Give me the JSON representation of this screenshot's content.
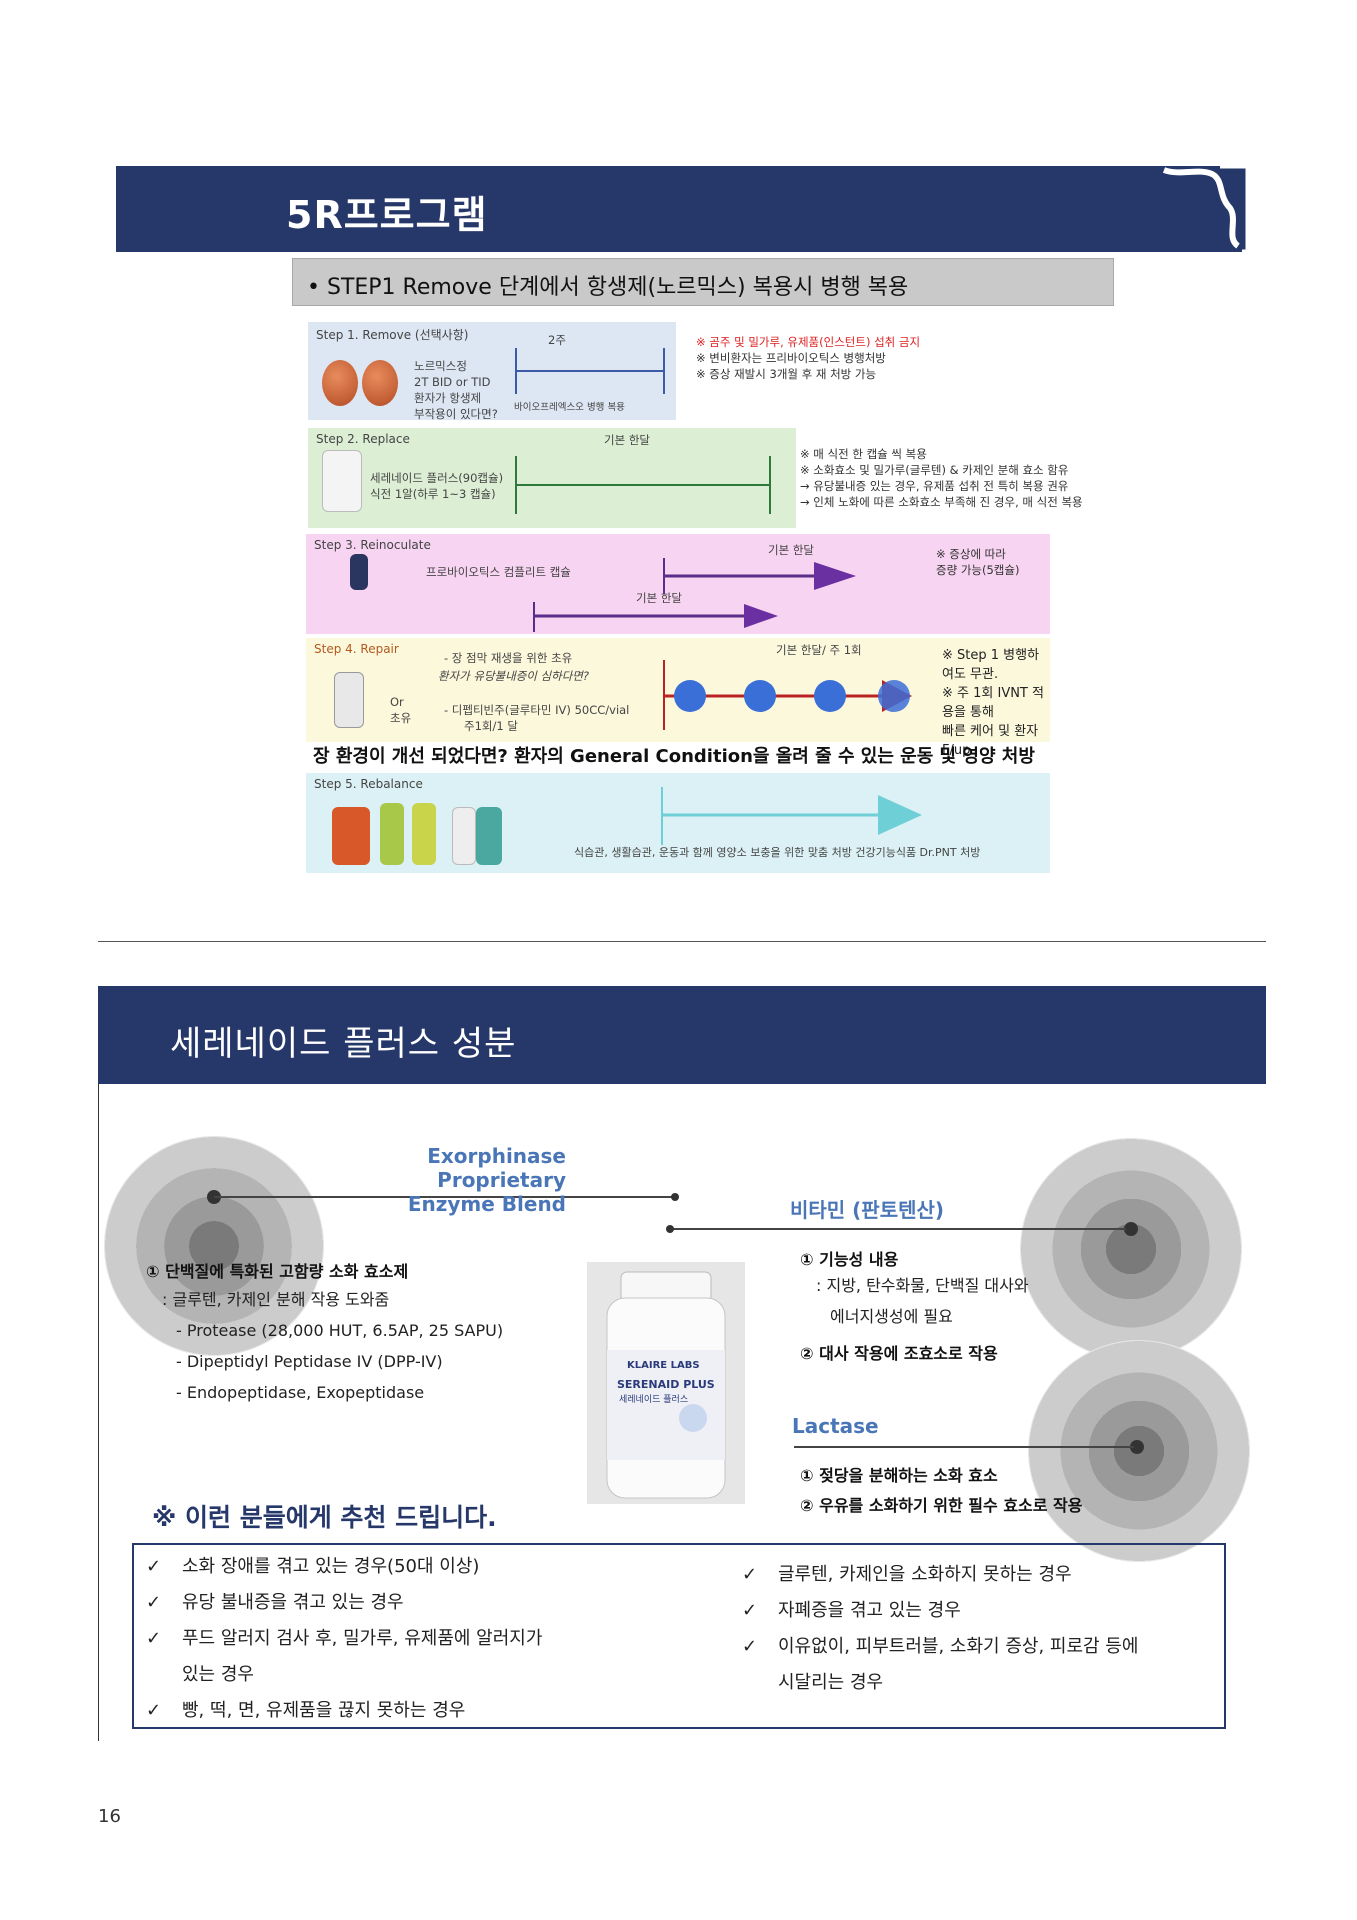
{
  "slide1": {
    "title": "5R프로그램",
    "banner": "STEP1 Remove 단계에서 항생제(노르믹스) 복용시 병행 복용",
    "step1": {
      "label": "Step 1. Remove (선택사항)",
      "duration": "2주",
      "med": [
        "노르믹스정",
        "2T BID or TID",
        "환자가 항생제",
        "부작용이 있다면?"
      ],
      "bar_note": "바이오프레엑스오 병행 복용",
      "notes": [
        "※ 곰주 및 밀가루, 유제품(인스턴트) 섭취 금지",
        "※ 변비환자는 프리바이오틱스 병행처방",
        "※ 증상 재발시 3개월 후 재 처방 가능"
      ]
    },
    "step2": {
      "label": "Step 2. Replace",
      "duration": "기본 한달",
      "med": [
        "세레네이드 플러스(90캡슐)",
        "식전 1알(하루 1~3 캡슐)"
      ],
      "notes": [
        "※ 매 식전 한 캡슐 씩 복용",
        "※ 소화효소 및 밀가루(글루텐) & 카제인 분해 효소 함유",
        "→ 유당불내증 있는 경우, 유제품 섭취 전 특히 복용 권유",
        "→ 인체 노화에 따른 소화효소 부족해 진 경우, 매 식전 복용"
      ]
    },
    "step3": {
      "label": "Step 3. Reinoculate",
      "duration_top": "기본 한달",
      "duration_bottom": "기본 한달",
      "med": "프로바이오틱스 컴플리트 캡슐",
      "notes": [
        "※ 증상에 따라",
        "증량 가능(5캡슐)"
      ]
    },
    "step4": {
      "label": "Step 4. Repair",
      "duration": "기본 한달/ 주 1회",
      "med1": "- 장 점막 재생을 위한 초유",
      "question": "환자가 유당불내증이 심하다면?",
      "or_label": [
        "Or",
        "초유"
      ],
      "med2": [
        "- 디펩티빈주(글루타민 IV) 50CC/vial",
        "주1회/1 달"
      ],
      "notes": [
        "※ Step 1 병행하여도 무관.",
        "※ 주 1회 IVNT 적용을 통해",
        "빠른 케어 및 환자 F/up"
      ]
    },
    "general_condition": "장 환경이 개선 되었다면? 환자의 General Condition을 올려 줄 수 있는 운동 및 영양 처방",
    "step5": {
      "label": "Step 5. Rebalance",
      "note": "식습관, 생활습관, 운동과 함께 영양소 보충을 위한 맞춤 처방 건강기능식품 Dr.PNT 처방"
    }
  },
  "slide2": {
    "title": "세레네이드 플러스 성분",
    "exorphinase": {
      "title": [
        "Exorphinase Proprietary",
        "Enzyme Blend"
      ],
      "heading": "① 단백질에 특화된 고함량 소화 효소제",
      "lines": [
        ": 글루텐, 카제인 분해 작용 도와줌",
        "- Protease (28,000 HUT, 6.5AP, 25 SAPU)",
        "- Dipeptidyl Peptidase IV (DPP-IV)",
        "- Endopeptidase, Exopeptidase"
      ]
    },
    "vitamin": {
      "title": "비타민 (판토텐산)",
      "heading1": "① 기능성 내용",
      "lines": [
        ": 지방, 탄수화물, 단백질 대사와",
        "에너지생성에 필요"
      ],
      "heading2": "② 대사 작용에 조효소로 작용"
    },
    "lactase": {
      "title": "Lactase",
      "line1": "① 젖당을 분해하는 소화 효소",
      "line2": "② 우유를 소화하기 위한 필수 효소로 작용"
    },
    "product_label": [
      "KLAIRE LABS",
      "SERENAID PLUS",
      "세레네이드 플러스"
    ],
    "recommend_title": "※ 이런 분들에게 추천 드립니다.",
    "left_checks": [
      "소화 장애를 겪고 있는 경우(50대 이상)",
      "유당 불내증을 겪고 있는 경우",
      "푸드 알러지 검사 후, 밀가루, 유제품에 알러지가",
      "있는 경우",
      "빵, 떡, 면, 유제품을 끊지 못하는 경우"
    ],
    "right_checks": [
      "글루텐, 카제인을 소화하지 못하는 경우",
      "자폐증을 겪고 있는 경우",
      "이유없이, 피부트러블, 소화기 증상, 피로감 등에",
      "시달리는 경우"
    ],
    "check_mark": "✓"
  },
  "page_number": "16",
  "colors": {
    "navy": "#263769",
    "accent_blue": "#4a76b8",
    "red_note": "#dd2222"
  }
}
